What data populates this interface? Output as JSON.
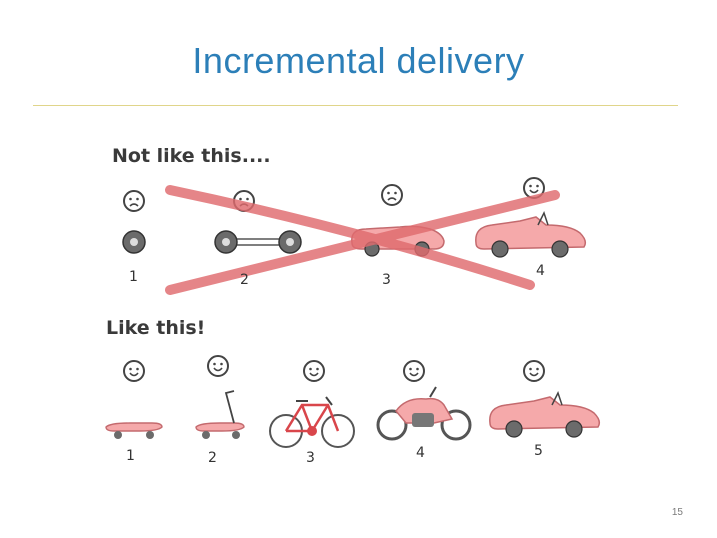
{
  "slide": {
    "title": "Incremental delivery",
    "page_number": "15"
  },
  "illustration": {
    "row_top_label": "Not like this....",
    "row_bottom_label": "Like this!",
    "top_steps": [
      "1",
      "2",
      "3",
      "4"
    ],
    "bottom_steps": [
      "1",
      "2",
      "3",
      "4",
      "5"
    ],
    "colors": {
      "vehicle_pink": "#f5a9aa",
      "cross_red": "#e06b6e",
      "wheel_gray": "#6b6b6b",
      "outline": "#444444"
    }
  }
}
